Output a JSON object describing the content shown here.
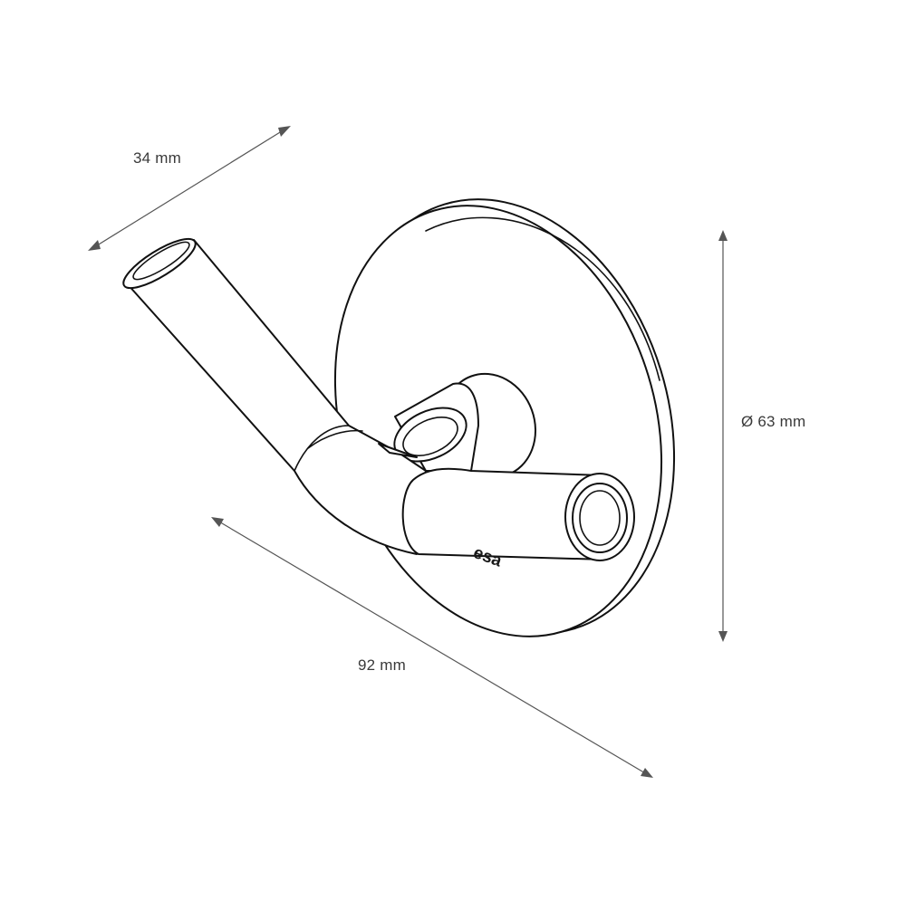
{
  "dimensions": {
    "width": "34 mm",
    "diameter": "Ø 63 mm",
    "depth": "92 mm"
  },
  "brand": "esa",
  "colors": {
    "outline": "#111111",
    "dimension_line": "#555555",
    "label_text": "#3a3a3a",
    "background": "#ffffff"
  }
}
